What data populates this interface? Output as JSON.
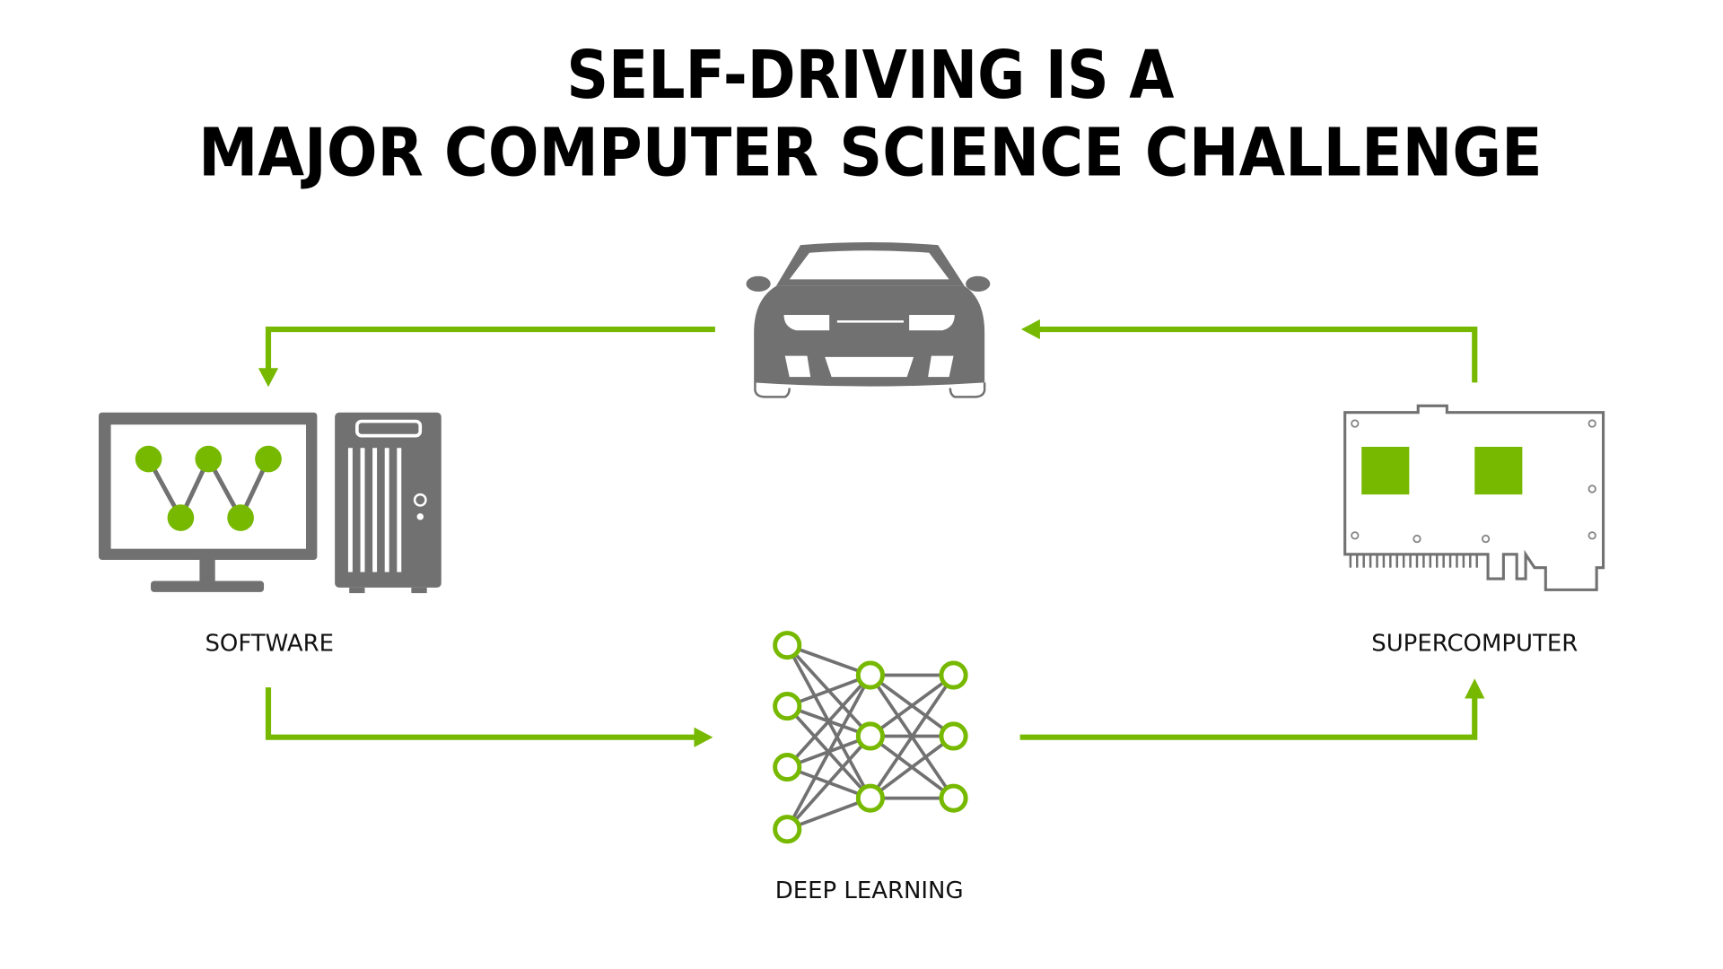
{
  "title": {
    "line1": "SELF-DRIVING IS A",
    "line2": "MAJOR COMPUTER SCIENCE CHALLENGE"
  },
  "nodes": {
    "car": {
      "icon": "car-icon"
    },
    "software": {
      "label": "SOFTWARE",
      "icon": "computer-icon"
    },
    "deep_learning": {
      "label": "DEEP LEARNING",
      "icon": "neural-network-icon"
    },
    "supercomputer": {
      "label": "SUPERCOMPUTER",
      "icon": "gpu-board-icon"
    }
  },
  "colors": {
    "accent": "#76b900",
    "icon_gray": "#717171",
    "text": "#000000"
  }
}
